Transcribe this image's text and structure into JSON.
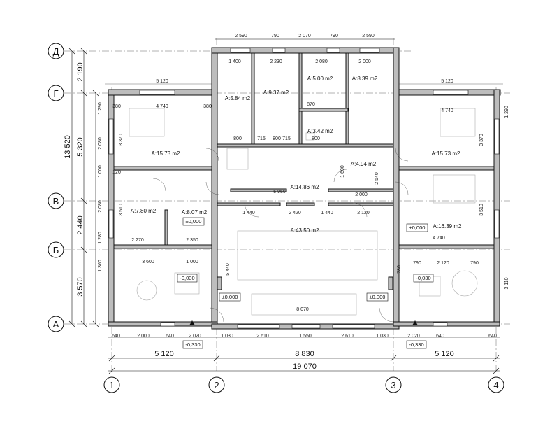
{
  "axes": {
    "rows": [
      "Д",
      "Г",
      "В",
      "Б",
      "А"
    ],
    "cols": [
      "1",
      "2",
      "3",
      "4"
    ]
  },
  "left_dims": {
    "total": "13 520",
    "upper": "5 320",
    "dy": "2 190",
    "gv": "5 320",
    "vb": "2 440",
    "ba": "3 570"
  },
  "bottom_dims": {
    "b1": "5 120",
    "b2": "8 830",
    "b3": "5 120",
    "total": "19 070"
  },
  "top_dims": [
    "2 590",
    "790",
    "2 070",
    "790",
    "2 590"
  ],
  "rooms": [
    {
      "label": "A:5.84 m2"
    },
    {
      "label": "A:9.37 m2"
    },
    {
      "label": "A:5.00 m2"
    },
    {
      "label": "A:8.39 m2"
    },
    {
      "label": "A:15.73 m2"
    },
    {
      "label": "A:3.42 m2"
    },
    {
      "label": "A:15.73 m2"
    },
    {
      "label": "A:4.94 m2"
    },
    {
      "label": "A:14.86 m2"
    },
    {
      "label": "A:7.80 m2"
    },
    {
      "label": "A:8.07 m2"
    },
    {
      "label": "A:43.50 m2"
    },
    {
      "label": "A:16.39 m2"
    }
  ],
  "levels": [
    {
      "text": "±0,000"
    },
    {
      "text": "±0,000"
    },
    {
      "text": "-0,030"
    },
    {
      "text": "-0,030"
    },
    {
      "text": "±0,000"
    },
    {
      "text": "±0,000"
    },
    {
      "text": "-0,330"
    },
    {
      "text": "-0,330"
    }
  ],
  "small_dims": [
    "5 120",
    "5 120",
    "4 740",
    "4 740",
    "1 400",
    "2 230",
    "2 080",
    "2 000",
    "5 950",
    "1 440",
    "2 420",
    "1 440",
    "2 120",
    "2 270",
    "2 350",
    "3 600",
    "1 000",
    "8 070",
    "2 000",
    "4 740",
    "2 120",
    "790",
    "790",
    "2 000",
    "2 020",
    "1 030",
    "2 610",
    "1 550",
    "2 610",
    "1 030",
    "2 020",
    "640",
    "640",
    "640",
    "640",
    "3 370",
    "3 370",
    "3 510",
    "3 510",
    "5 440",
    "780",
    "870",
    "1 290",
    "2 080",
    "1 000",
    "2 080",
    "1 280",
    "1 360",
    "3 110",
    "120",
    "380",
    "380",
    "800",
    "715",
    "800",
    "715",
    "800",
    "1 600",
    "2 540",
    "1 290"
  ]
}
